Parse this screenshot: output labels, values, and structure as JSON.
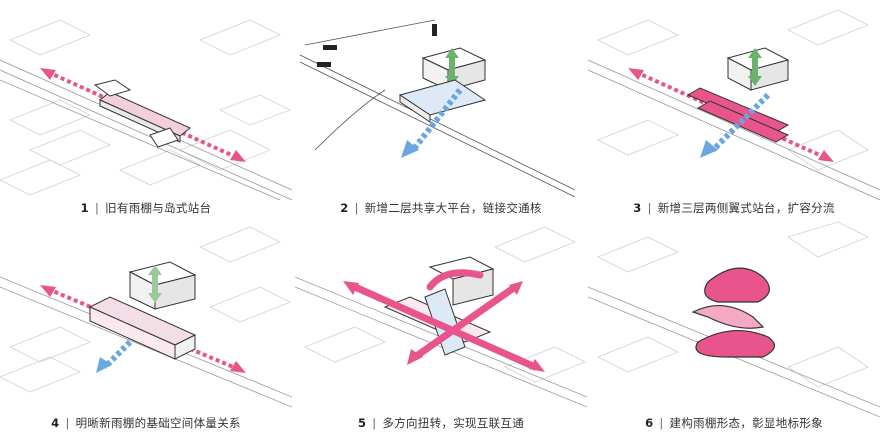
{
  "panels": [
    {
      "num": "1",
      "text": "旧有雨棚与岛式站台"
    },
    {
      "num": "2",
      "text": "新增二层共享大平台，链接交通核"
    },
    {
      "num": "3",
      "text": "新增三层两侧翼式站台，扩容分流"
    },
    {
      "num": "4",
      "text": "明晰新雨棚的基础空间体量关系"
    },
    {
      "num": "5",
      "text": "多方向扭转，实现互联互通"
    },
    {
      "num": "6",
      "text": "建构雨棚形态，彰显地标形象"
    }
  ],
  "separator": "|",
  "colors": {
    "pink": "#e8558c",
    "blue": "#6aa6e0",
    "green": "#6bb36b",
    "line": "#444444",
    "context": "#d6d6d6"
  }
}
